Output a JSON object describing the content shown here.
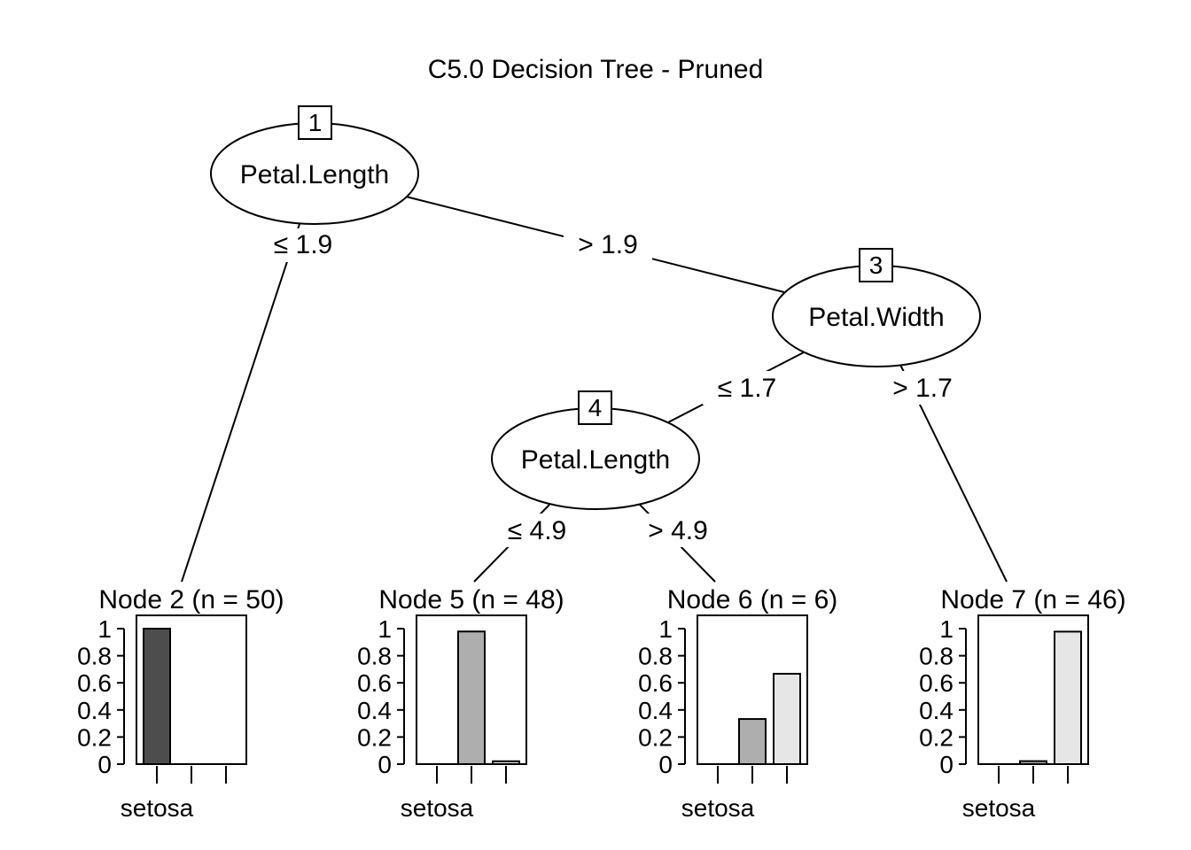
{
  "title": "C5.0 Decision Tree - Pruned",
  "colors": {
    "class_fills": [
      "#4d4d4d",
      "#aeaeae",
      "#e6e6e6"
    ],
    "line": "#000000",
    "background": "#ffffff"
  },
  "inner_nodes": [
    {
      "id": "1",
      "variable": "Petal.Length"
    },
    {
      "id": "3",
      "variable": "Petal.Width"
    },
    {
      "id": "4",
      "variable": "Petal.Length"
    }
  ],
  "edges": [
    {
      "from": "1",
      "to": "2",
      "label": "≤ 1.9"
    },
    {
      "from": "1",
      "to": "3",
      "label": "> 1.9"
    },
    {
      "from": "3",
      "to": "4",
      "label": "≤ 1.7"
    },
    {
      "from": "3",
      "to": "7",
      "label": "> 1.7"
    },
    {
      "from": "4",
      "to": "5",
      "label": "≤ 4.9"
    },
    {
      "from": "4",
      "to": "6",
      "label": "> 4.9"
    }
  ],
  "terminal_nodes": [
    {
      "id": "2",
      "title": "Node 2 (n = 50)",
      "class_label": "setosa",
      "proportions": [
        1.0,
        0.0,
        0.0
      ]
    },
    {
      "id": "5",
      "title": "Node 5 (n = 48)",
      "class_label": "setosa",
      "proportions": [
        0.0,
        0.979,
        0.021
      ]
    },
    {
      "id": "6",
      "title": "Node 6 (n = 6)",
      "class_label": "setosa",
      "proportions": [
        0.0,
        0.333,
        0.667
      ]
    },
    {
      "id": "7",
      "title": "Node 7 (n = 46)",
      "class_label": "setosa",
      "proportions": [
        0.0,
        0.022,
        0.978
      ]
    }
  ],
  "y_ticks": [
    "0",
    "0.2",
    "0.4",
    "0.6",
    "0.8",
    "1"
  ],
  "chart_data": {
    "type": "bar",
    "y_range": [
      0,
      1
    ],
    "classes_shown": 3,
    "panels": [
      {
        "node": "2",
        "values": [
          1.0,
          0.0,
          0.0
        ]
      },
      {
        "node": "5",
        "values": [
          0.0,
          0.979,
          0.021
        ]
      },
      {
        "node": "6",
        "values": [
          0.0,
          0.333,
          0.667
        ]
      },
      {
        "node": "7",
        "values": [
          0.0,
          0.022,
          0.978
        ]
      }
    ]
  }
}
